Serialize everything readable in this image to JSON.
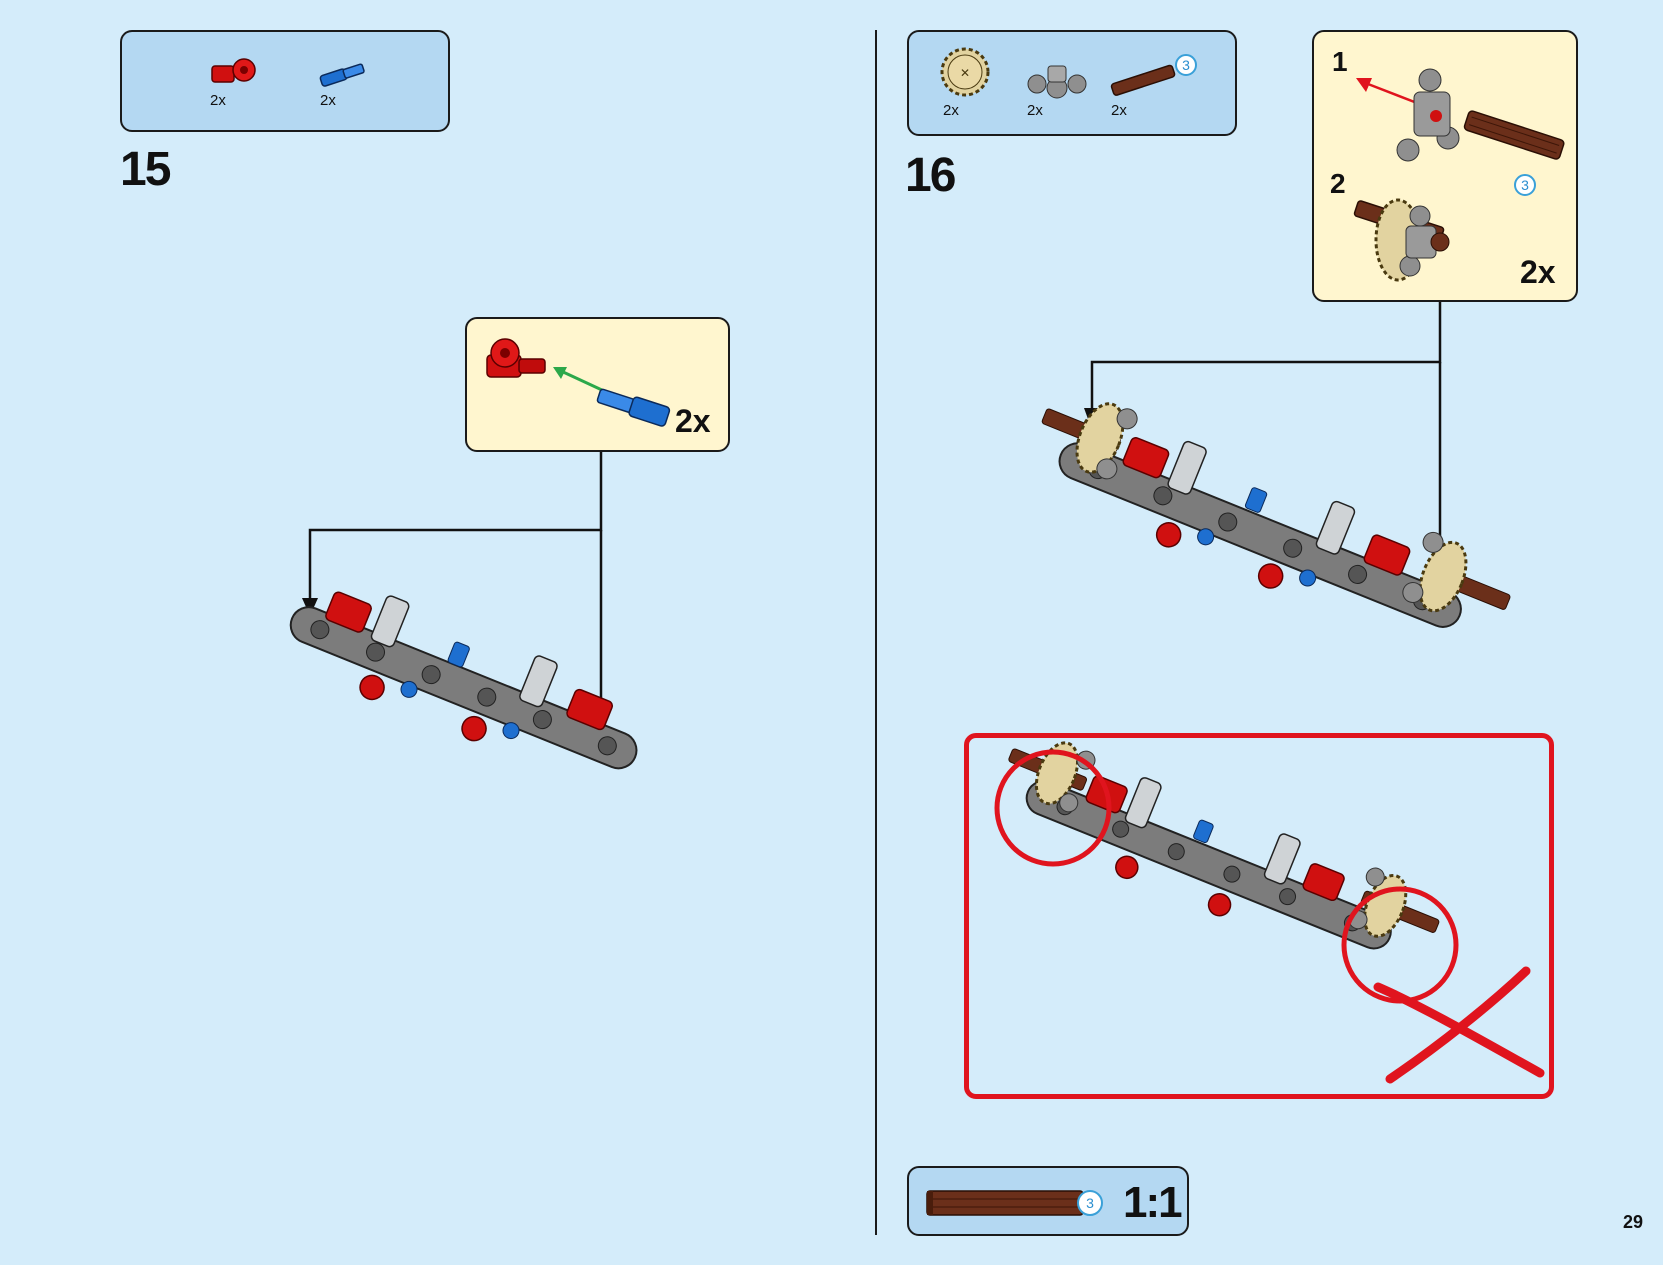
{
  "page_number": "29",
  "step15": {
    "number": "15",
    "parts": [
      {
        "qty": "2x",
        "icon": "red-axle-connector-icon",
        "color": "#d01010"
      },
      {
        "qty": "2x",
        "icon": "blue-axle-pin-icon",
        "color": "#1e6fd0"
      }
    ],
    "subassembly_qty": "2x"
  },
  "step16": {
    "number": "16",
    "parts": [
      {
        "qty": "2x",
        "icon": "tan-gear-icon",
        "color": "#e2d3a0"
      },
      {
        "qty": "2x",
        "icon": "gray-ball-connector-icon",
        "color": "#9a9a9a"
      },
      {
        "qty": "2x",
        "icon": "brown-axle-icon",
        "color": "#6b2f1a",
        "length": "3"
      }
    ],
    "subassembly": {
      "step1": "1",
      "step2": "2",
      "axle_length": "3",
      "qty": "2x"
    }
  },
  "scale_box": {
    "axle_length": "3",
    "scale": "1:1"
  },
  "colors": {
    "background": "#d4ecfa",
    "parts_box": "#b4d8f2",
    "subassembly_box": "#fff6cf",
    "wrong_frame": "#e0141e",
    "arrow_green": "#2ca84a",
    "arrow_red": "#e0141e"
  }
}
